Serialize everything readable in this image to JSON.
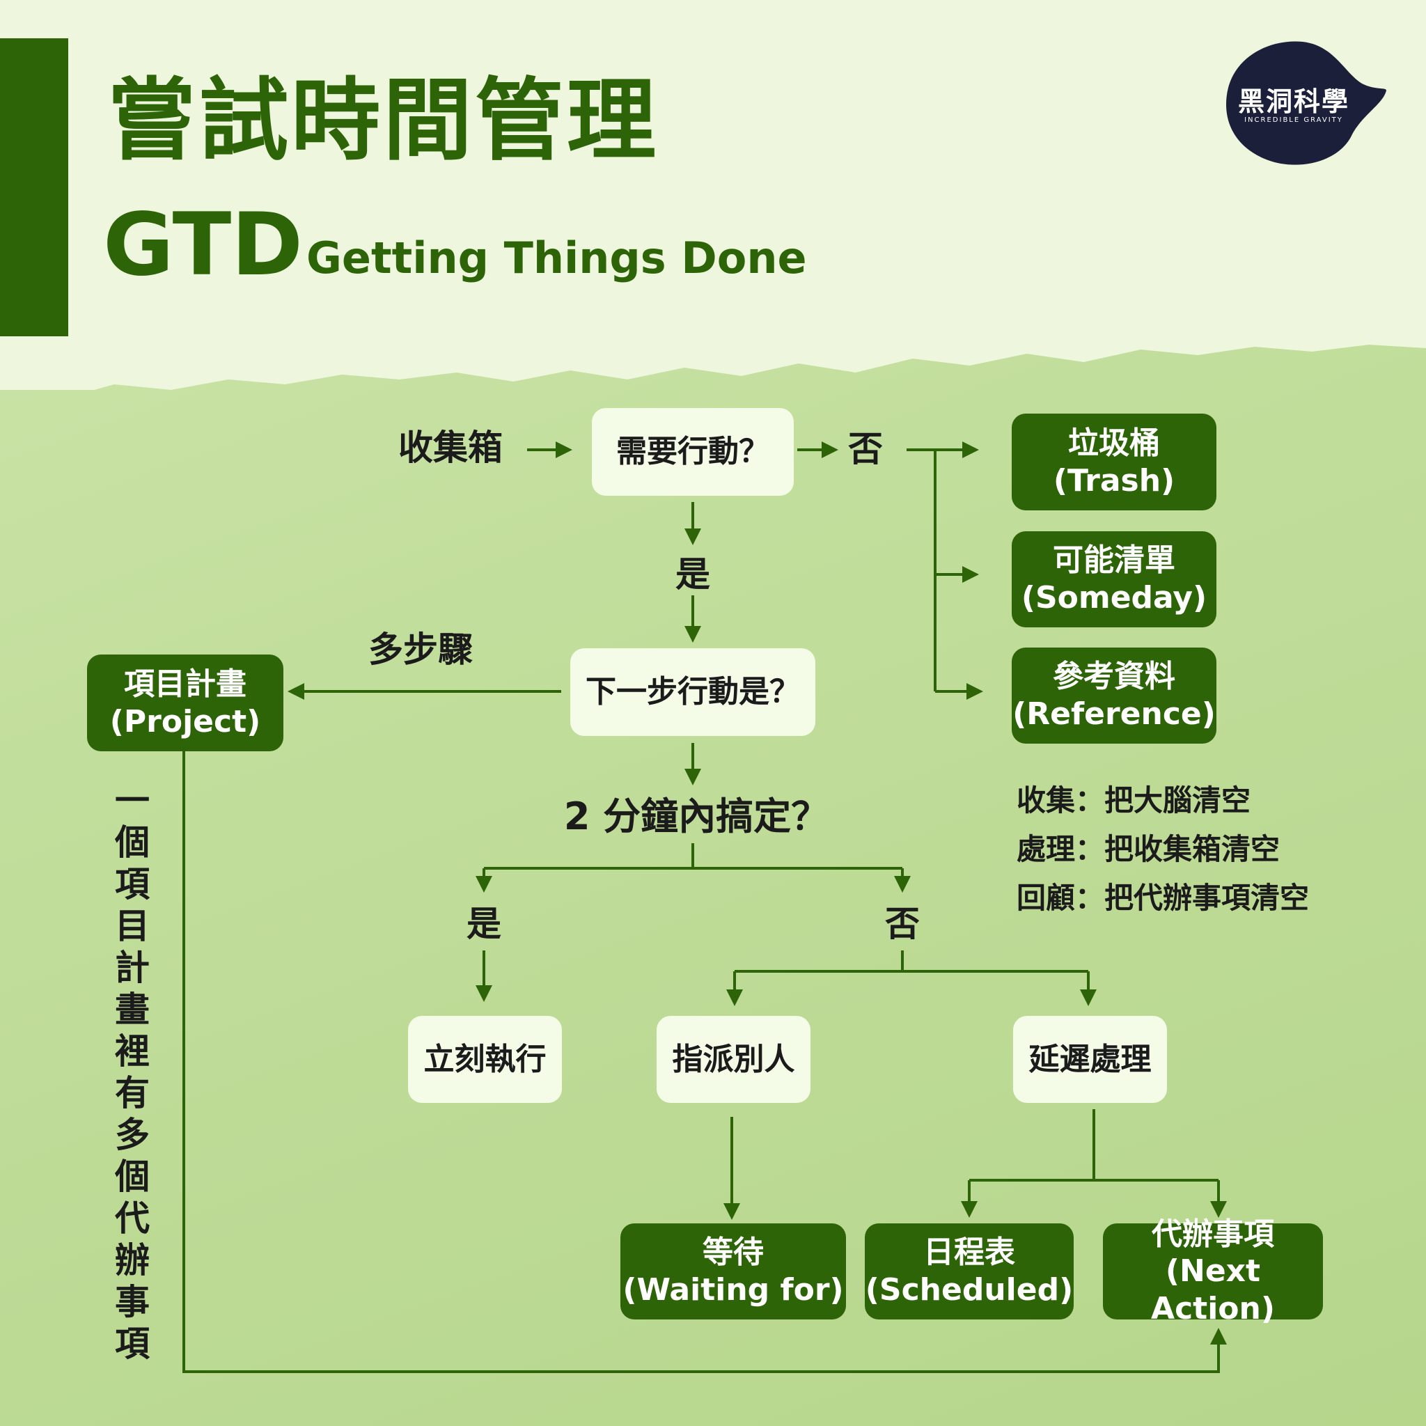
{
  "header": {
    "title": "嘗試時間管理",
    "gtd": "GTD",
    "gtd_full": "Getting Things Done"
  },
  "logo": {
    "name_cn": "黑洞科學",
    "name_en": "INCREDIBLE GRAVITY"
  },
  "flow": {
    "inbox": "收集箱",
    "need_action": "需要行動？",
    "no_1": "否",
    "yes_1": "是",
    "next_action_q": "下一步行動是？",
    "multi_step": "多步驟",
    "two_min": "2 分鐘內搞定？",
    "yes_2": "是",
    "no_2": "否",
    "trash": {
      "zh": "垃圾桶",
      "en": "(Trash)"
    },
    "someday": {
      "zh": "可能清單",
      "en": "(Someday)"
    },
    "reference": {
      "zh": "參考資料",
      "en": "(Reference)"
    },
    "project": {
      "zh": "項目計畫",
      "en": "(Project)"
    },
    "do_now": "立刻執行",
    "delegate": "指派別人",
    "defer": "延遲處理",
    "waiting": {
      "zh": "等待",
      "en": "(Waiting for)"
    },
    "scheduled": {
      "zh": "日程表",
      "en": "(Scheduled)"
    },
    "next_action": {
      "zh": "代辦事項",
      "en": "(Next Action)"
    },
    "project_note": "一個項目計畫裡有多個代辦事項"
  },
  "notes": [
    {
      "key": "收集",
      "sep": "：",
      "text": "把大腦清空"
    },
    {
      "key": "處理",
      "sep": "：",
      "text": "把收集箱清空"
    },
    {
      "key": "回顧",
      "sep": "：",
      "text": "把代辦事項清空"
    }
  ],
  "colors": {
    "dark_green": "#2d6407",
    "light_box": "#f4fbe7",
    "logo_bg": "#1c1f3a"
  }
}
